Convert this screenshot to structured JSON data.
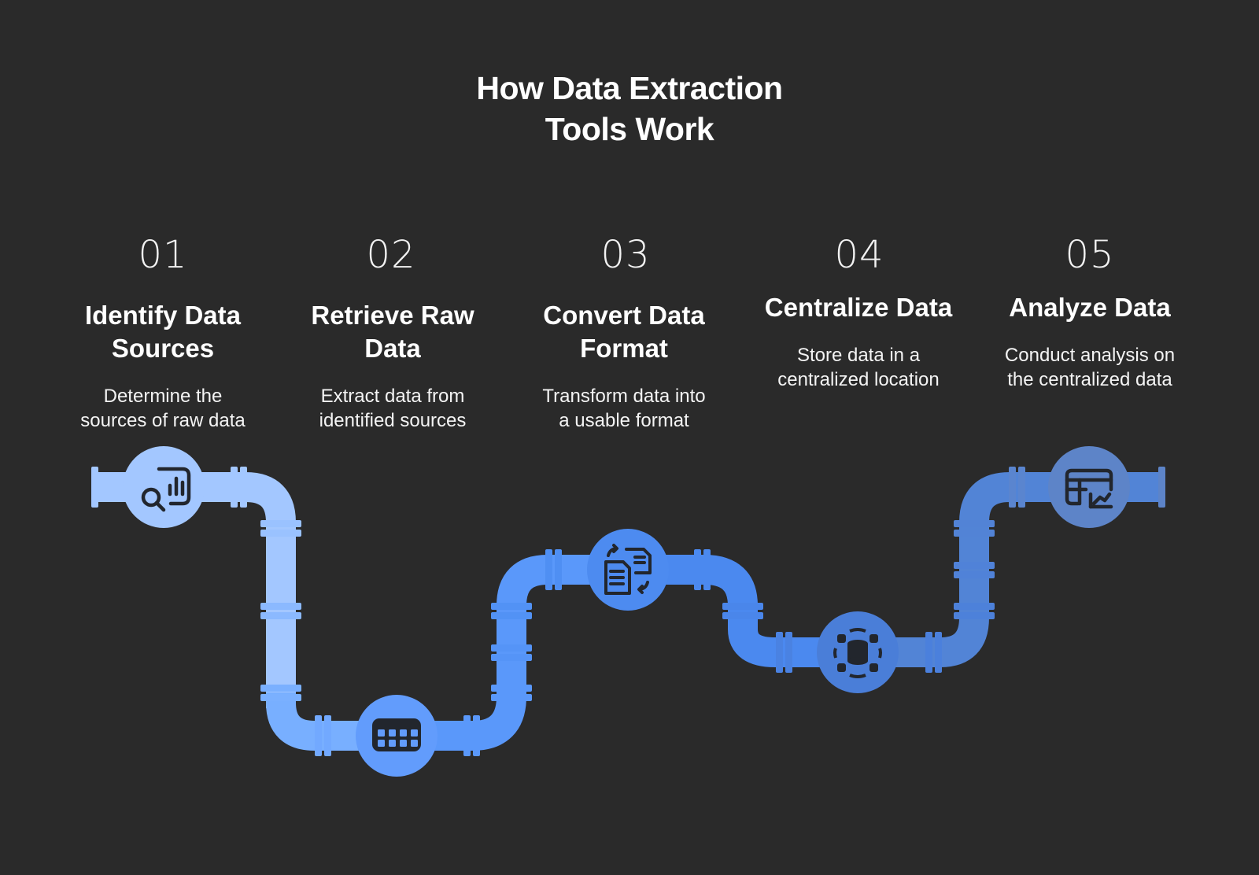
{
  "title": {
    "line1": "How Data Extraction",
    "line2": "Tools Work"
  },
  "steps": [
    {
      "number": "01",
      "heading_line1": "Identify Data",
      "heading_line2": "Sources",
      "desc_line1": "Determine the",
      "desc_line2": "sources of raw data",
      "icon": "data-search-icon",
      "color": "#a3c7ff"
    },
    {
      "number": "02",
      "heading_line1": "Retrieve Raw",
      "heading_line2": "Data",
      "desc_line1": "Extract data from",
      "desc_line2": "identified sources",
      "icon": "data-grid-icon",
      "color": "#629cfc"
    },
    {
      "number": "03",
      "heading_line1": "Convert Data",
      "heading_line2": "Format",
      "desc_line1": "Transform data into",
      "desc_line2": "a usable format",
      "icon": "file-convert-icon",
      "color": "#4d8bf0"
    },
    {
      "number": "04",
      "heading_line1": "Centralize Data",
      "heading_line2": "",
      "desc_line1": "Store data in a",
      "desc_line2": "centralized location",
      "icon": "database-sync-icon",
      "color": "#4a7ed8"
    },
    {
      "number": "05",
      "heading_line1": "Analyze Data",
      "heading_line2": "",
      "desc_line1": "Conduct analysis on",
      "desc_line2": "the centralized data",
      "icon": "analytics-table-icon",
      "color": "#5d84c8"
    }
  ],
  "colors": {
    "background": "#2a2a2a",
    "icon_dark": "#22262d"
  }
}
